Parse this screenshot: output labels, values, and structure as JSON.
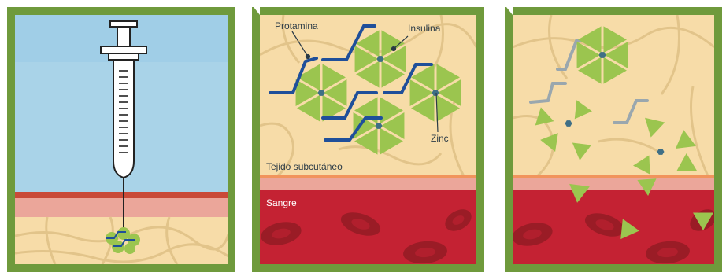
{
  "labels": {
    "protamine": "Protamina",
    "insulin": "Insulina",
    "zinc": "Zinc",
    "subcutaneous_tissue": "Tejido subcutáneo",
    "blood": "Sangre"
  },
  "colors": {
    "frame_green": "#6f9a3c",
    "sky": "#a9d3e8",
    "tissue": "#f7dca8",
    "tissue_lines": "#e2c48a",
    "skin_top": "#c94a38",
    "skin_pink": "#eba69a",
    "blood": "#c42233",
    "red_cell": "#9a1c26",
    "insulin_triangle": "#9bc54f",
    "protamine_strand": "#1f4f9a",
    "degraded_strand": "#9aa7ae",
    "zinc": "#3f6f86"
  },
  "panels": [
    {
      "name": "injection",
      "icon": "syringe-icon"
    },
    {
      "name": "depot",
      "icon": "hexamer-icon"
    },
    {
      "name": "absorption",
      "icon": "hexamer-icon"
    }
  ]
}
